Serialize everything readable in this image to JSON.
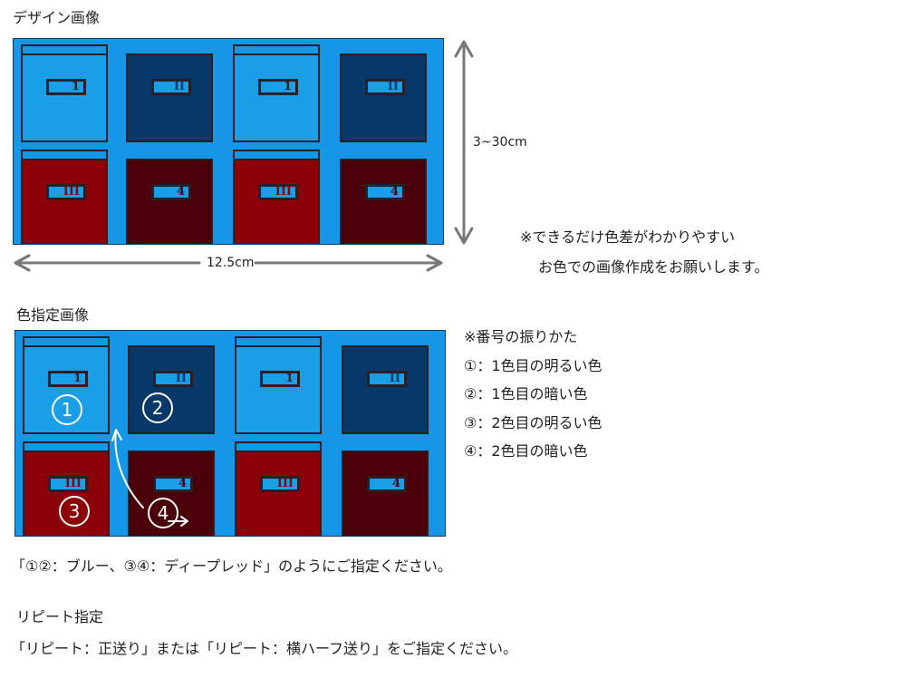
{
  "colors": {
    "panel_bg": "#1696e6",
    "bright_blue": "#1a9ee8",
    "dark_blue": "#06386a",
    "bright_red": "#8c0008",
    "dark_red": "#4b0009",
    "arrow_gray": "#777777"
  },
  "design_section": {
    "title": "デザイン画像",
    "height_label": "3~30cm",
    "width_label": "12.5cm",
    "note_line1": "※できるだけ色差がわかりやすい",
    "note_line2": "お色での画像作成をお願いします。",
    "tile_labels": [
      "1",
      "II",
      "III",
      "4"
    ]
  },
  "color_spec_section": {
    "title": "色指定画像",
    "numbering_title": "※番号の振りかた",
    "numbering_items": [
      "①：1色目の明るい色",
      "②：1色目の暗い色",
      "③：2色目の明るい色",
      "④：2色目の暗い色"
    ],
    "circle_numbers": [
      "1",
      "2",
      "3",
      "4"
    ]
  },
  "color_instruction": "「①②：ブルー、③④：ディープレッド」のようにご指定ください。",
  "repeat_section": {
    "title": "リピート指定",
    "instruction": "「リピート：正送り」または「リピート：横ハーフ送り」をご指定ください。"
  }
}
